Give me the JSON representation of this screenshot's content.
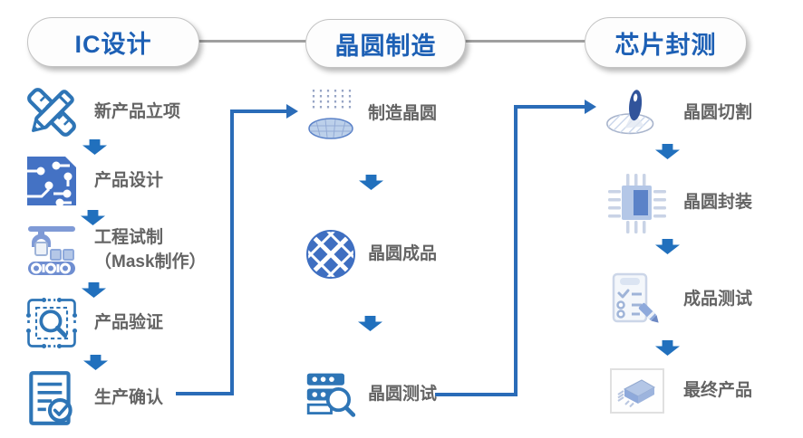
{
  "colors": {
    "phase_text": "#1d60b5",
    "step_text": "#646464",
    "arrow_blue": "#2170bd",
    "connector_blue": "#2a6cb8",
    "phase_line_gray": "#9f9f9f",
    "icon_blue": "#2e75b6",
    "icon_blue_dark": "#31549b",
    "icon_blue_light": "#b4c7e7",
    "icon_blue_pale": "#c9d3e6"
  },
  "phases": [
    {
      "label": "IC设计"
    },
    {
      "label": "晶圆制造"
    },
    {
      "label": "芯片封测"
    }
  ],
  "left_steps": [
    {
      "label": "新产品立项",
      "icon": "ruler-pencil-icon"
    },
    {
      "label": "产品设计",
      "icon": "circuit-board-icon"
    },
    {
      "label": "工程试制",
      "label_line2": "（Mask制作）",
      "icon": "assembly-machine-icon"
    },
    {
      "label": "产品验证",
      "icon": "circuit-inspect-icon"
    },
    {
      "label": "生产确认",
      "icon": "document-check-icon"
    }
  ],
  "middle_steps": [
    {
      "label": "制造晶圆",
      "icon": "wafer-fab-icon"
    },
    {
      "label": "晶圆成品",
      "icon": "finished-wafer-icon"
    },
    {
      "label": "晶圆测试",
      "icon": "wafer-probe-test-icon"
    }
  ],
  "right_steps": [
    {
      "label": "晶圆切割",
      "icon": "wafer-dicing-icon"
    },
    {
      "label": "晶圆封装",
      "icon": "chip-packaging-icon"
    },
    {
      "label": "成品测试",
      "icon": "final-test-icon"
    },
    {
      "label": "最终产品",
      "icon": "final-product-icon"
    }
  ]
}
